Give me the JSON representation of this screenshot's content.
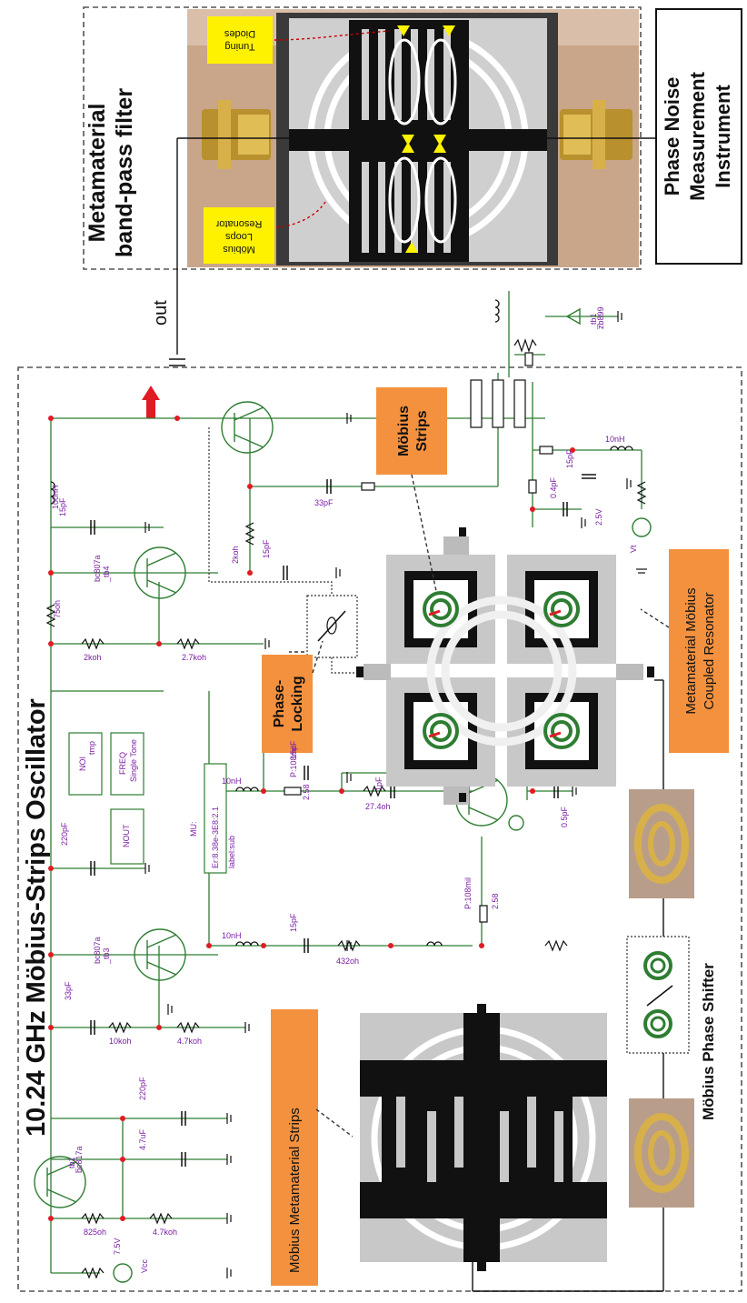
{
  "title": "10.24 GHz Möbius-Strips Oscillator",
  "filter_label": [
    "Metamaterial",
    "band-pass filter"
  ],
  "instrument_label": [
    "Phase Noise",
    "Measurement",
    "Instrument"
  ],
  "out_label": "out",
  "callouts": {
    "tuning_diodes": [
      "Tuning",
      "Diodes"
    ],
    "mobius_loops": [
      "Möbius",
      "Loops",
      "Resonator"
    ],
    "mobius_strips": [
      "Möbius",
      "Strips"
    ],
    "phase_locking": [
      "Phase-",
      "Locking"
    ],
    "coupled_resonator": [
      "Metamaterial Möbius",
      "Coupled Resonator"
    ],
    "phase_shifter": "Möbius Phase Shifter",
    "metamaterial_strips": "Möbius Metamaterial Strips"
  },
  "components": {
    "l1": "100nH",
    "c1": "15pF",
    "r1": "75oh",
    "r2": "2koh",
    "r3": "2.7koh",
    "q1": [
      "_tb4",
      "bc807a"
    ],
    "r4": "2koh",
    "c2": "15pF",
    "c3": "33pF",
    "c4": "220pF",
    "l2": "10nH",
    "tl1": [
      "P:108mil",
      "2.58"
    ],
    "r5": "27.4oh",
    "c5": "15pF",
    "c6": "1pF",
    "q2": [
      "_tb3",
      "bc807a"
    ],
    "l3": "10nH",
    "c7": "15pF",
    "r6": "432oh",
    "tl2": [
      "P:108mil",
      "2.58"
    ],
    "r7": "10koh",
    "r8": "4.7koh",
    "c8": "33pF",
    "c9": "220pF",
    "c10": "4.7uF",
    "q3": [
      "_tb1",
      "bc817a"
    ],
    "r9": "825oh",
    "r10": "4.7koh",
    "vcc": [
      "Vcc",
      "7.5V"
    ],
    "vt": [
      "Vt",
      "2.5V"
    ],
    "c11": "0.4pF",
    "c12": "15pF",
    "l4": "10nH",
    "c13": "0.5pF",
    "d1": [
      "zb899",
      "_tb1"
    ],
    "noi": [
      "NOI",
      "tmp"
    ],
    "freq": [
      "FREQ",
      "Single Tone"
    ],
    "nout": "NOUT",
    "sub": [
      "MU:",
      "Er:8.38e-3E8:2.1",
      "label:sub"
    ]
  },
  "colors": {
    "orange": "#f4913e",
    "yellow": "#fff200",
    "green": "#2e7d32",
    "purple": "#7a1fa2",
    "red": "#e01b24",
    "gold": "#c9a848"
  }
}
